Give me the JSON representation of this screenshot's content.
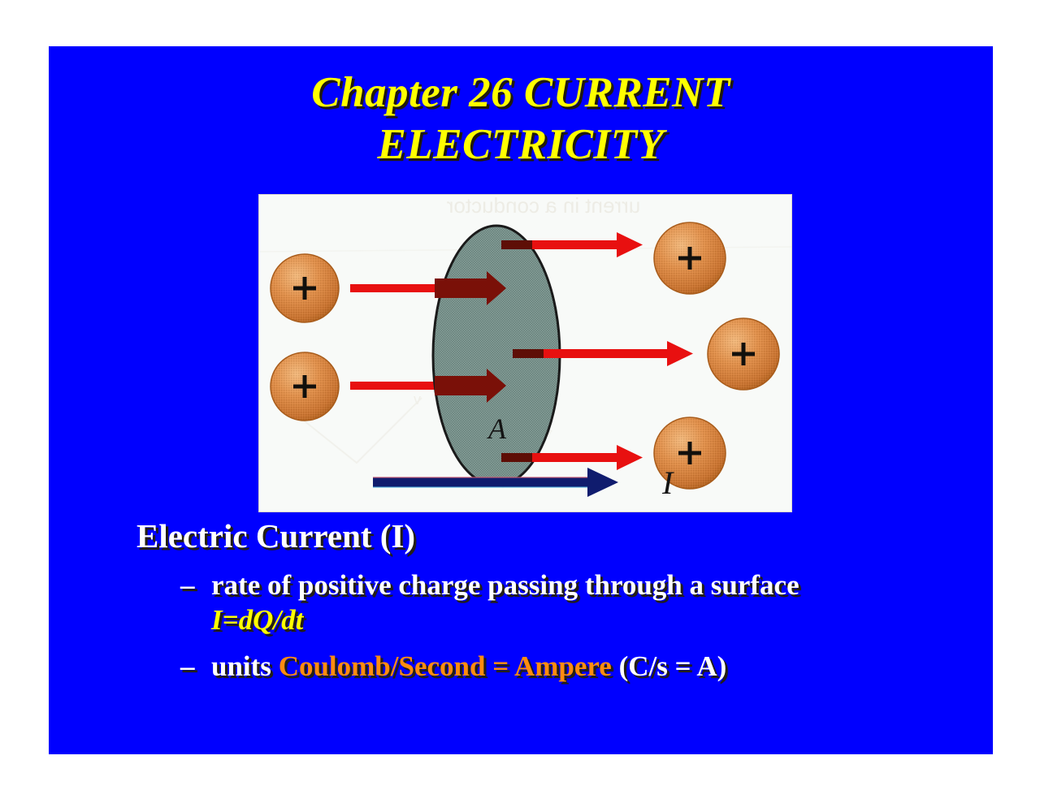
{
  "slide": {
    "background_color": "#0000FF",
    "title": {
      "line1": "Chapter 26 CURRENT",
      "line2": "ELECTRICITY",
      "color": "#FFFF00"
    },
    "heading": {
      "text": "Electric Current (I)",
      "color": "#FFFFFF"
    },
    "bullets": [
      {
        "dash": "–",
        "text_before": "rate of positive charge passing through a surface ",
        "emphasis": "I=dQ/dt",
        "emphasis_color": "#FFFF00",
        "text_after": ""
      },
      {
        "dash": "–",
        "text_before": "units ",
        "emphasis": "Coulomb/Second = Ampere",
        "emphasis_color": "#FF8C10",
        "text_after": " (C/s = A)"
      }
    ],
    "figure": {
      "caption_bleed_through": "urrent in a conductor",
      "area_label": "A",
      "current_label": "I",
      "charge_symbol": "+",
      "left_charges": 2,
      "right_charges": 3,
      "surface_color": "#7E968F",
      "charge_color": "#E08A3C",
      "arrow_color": "#E81010",
      "inner_arrow_color": "#7E1008",
      "current_arrow_color": "#101C6E"
    }
  }
}
